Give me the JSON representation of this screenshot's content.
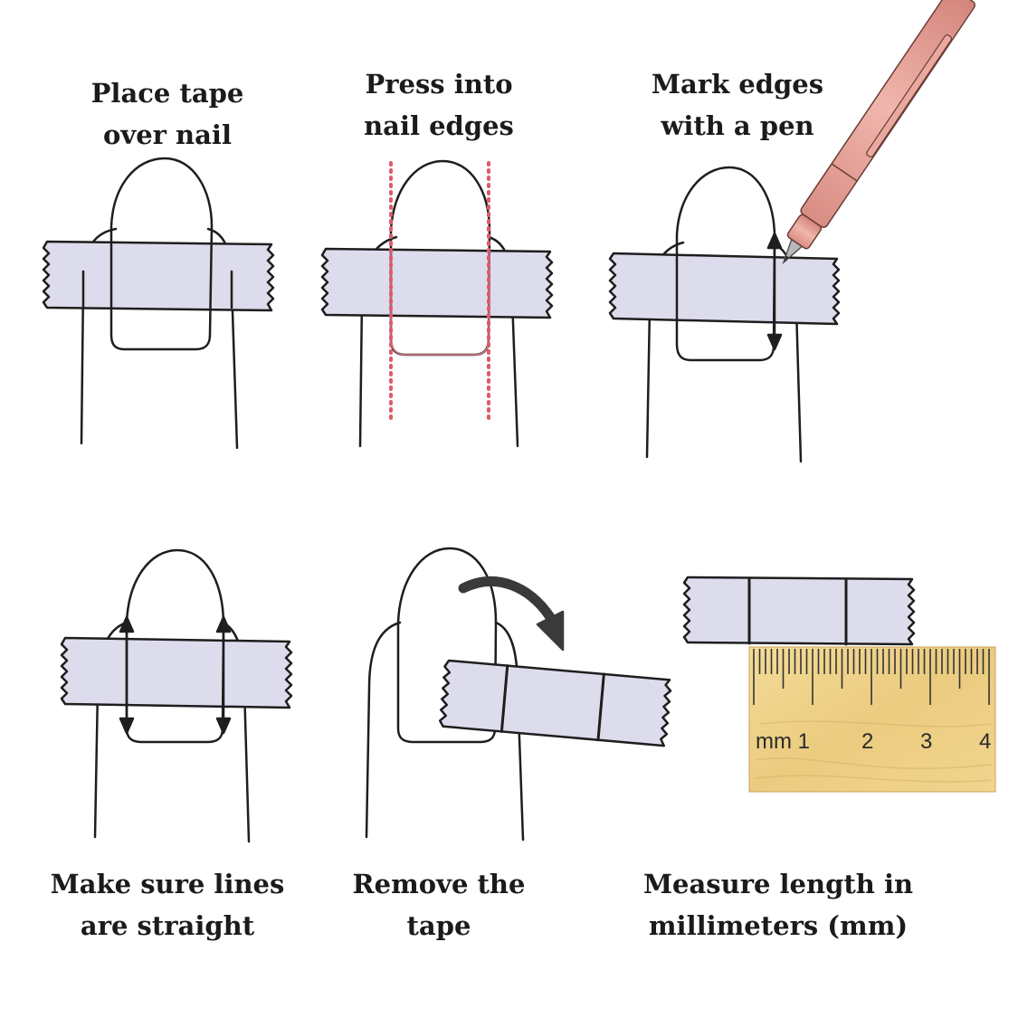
{
  "steps": [
    {
      "id": "place-tape",
      "line1": "Place tape",
      "line2": "over nail"
    },
    {
      "id": "press-edges",
      "line1": "Press into",
      "line2": "nail edges"
    },
    {
      "id": "mark-edges",
      "line1": "Mark edges",
      "line2": "with a pen"
    },
    {
      "id": "straight-lines",
      "line1": "Make sure lines",
      "line2": "are straight"
    },
    {
      "id": "remove-tape",
      "line1": "Remove the",
      "line2": "tape"
    },
    {
      "id": "measure",
      "line1": "Measure length in",
      "line2": "millimeters (mm)"
    }
  ],
  "ruler": {
    "unit_label": "mm 1",
    "labels": [
      "2",
      "3",
      "4"
    ]
  },
  "colors": {
    "tape": "#dcdced",
    "line": "#1e1e1e",
    "pen_body": "#e8a79c",
    "dotted_guide": "#e05a6a",
    "ruler_wood": "#efd38c"
  },
  "icons": [
    "finger-icon",
    "nail-icon",
    "tape-strip-icon",
    "pen-icon",
    "arrow-icon",
    "curved-arrow-icon",
    "ruler-icon"
  ]
}
